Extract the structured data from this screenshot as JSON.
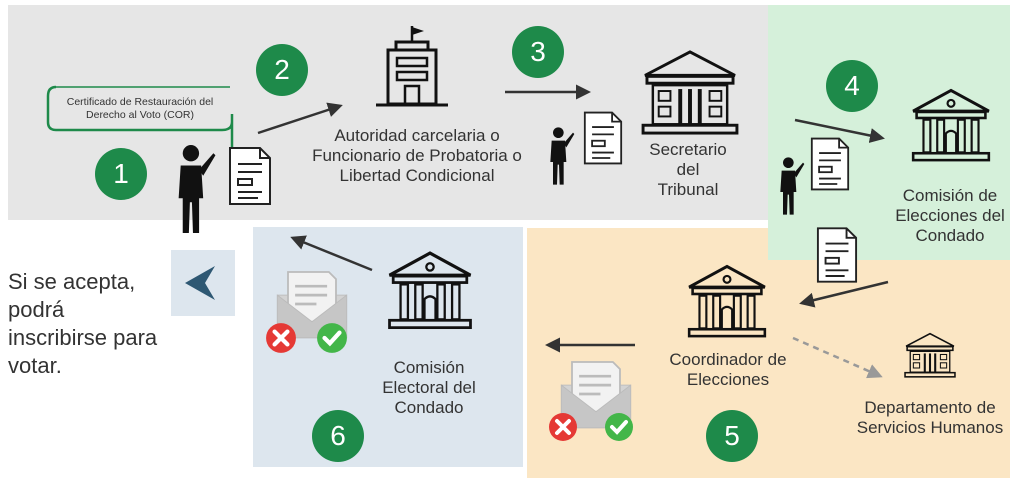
{
  "badges": {
    "b1": "1",
    "b2": "2",
    "b3": "3",
    "b4": "4",
    "b5": "5",
    "b6": "6"
  },
  "labels": {
    "cor": "Certificado de Restauración del Derecho al Voto (COR)",
    "authority": "Autoridad carcelaria o Funcionario de Probatoria o Libertad Condicional",
    "clerk": "Secretario del Tribunal",
    "county_board": "Comisión de Elecciones del Condado",
    "coordinator": "Coordinador de Elecciones",
    "human_services": "Departamento de Servicios Humanos",
    "county_commission": "Comisión Electoral del Condado",
    "accepted": "Si se acepta, podrá inscribirse para votar."
  },
  "colors": {
    "top_panel": "#e6e6e6",
    "green_panel": "#d5f0da",
    "orange_panel": "#fbe6c4",
    "blue_panel": "#dde6ee",
    "badge": "#1e8a4a",
    "arrow": "#333333",
    "dashed": "#999999",
    "back_arrow": "#2e5873"
  },
  "icons": [
    "person-icon",
    "document-icon",
    "office-building-icon",
    "courthouse-icon",
    "envelope-icon",
    "reject-icon",
    "approve-icon",
    "back-chevron-icon"
  ]
}
